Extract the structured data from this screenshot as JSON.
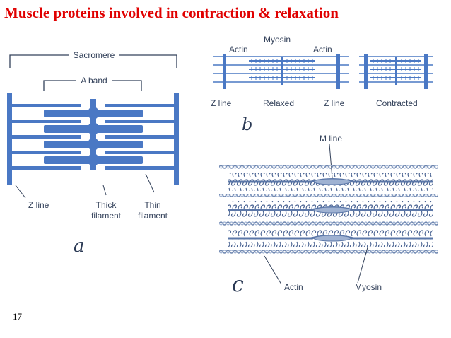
{
  "title": "Muscle proteins involved in contraction & relaxation",
  "slide_number": "17",
  "colors": {
    "title": "#e00000",
    "filament": "#4a78c4",
    "ink": "#33415a"
  },
  "panel_a": {
    "sacromere_label": "Sacromere",
    "a_band_label": "A band",
    "z_line_label": "Z line",
    "thick_filament_label": [
      "Thick",
      "filament"
    ],
    "thin_filament_label": [
      "Thin",
      "filament"
    ],
    "panel_letter": "a"
  },
  "panel_b": {
    "actin_left_label": "Actin",
    "myosin_label": "Myosin",
    "actin_right_label": "Actin",
    "z_line_left_label": "Z line",
    "relaxed_label": "Relaxed",
    "z_line_right_label": "Z line",
    "contracted_label": "Contracted",
    "panel_letter": "b"
  },
  "panel_c": {
    "m_line_label": "M line",
    "actin_label": "Actin",
    "myosin_label": "Myosin",
    "panel_letter": "c"
  }
}
